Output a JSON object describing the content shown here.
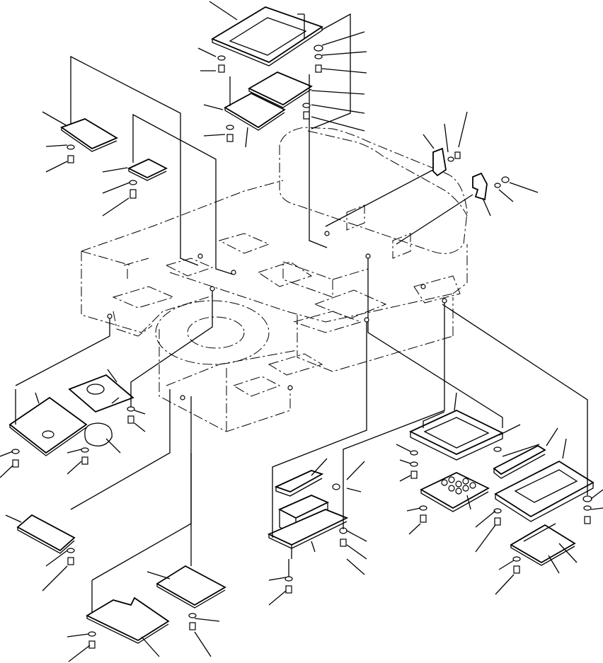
{
  "figure": {
    "type": "exploded parts diagram",
    "colors": {
      "line": "#000000",
      "background": "#ffffff"
    }
  },
  "leader_groups": [
    {
      "id": "top-cover",
      "name": "top-cover-leaders"
    },
    {
      "id": "left-upper",
      "name": "left-upper-leaders"
    },
    {
      "id": "bracket",
      "name": "bracket-leaders"
    },
    {
      "id": "left-lower",
      "name": "left-lower-leaders"
    },
    {
      "id": "bottom-left",
      "name": "bottom-left-leaders"
    },
    {
      "id": "center-lower",
      "name": "center-lower-leaders"
    },
    {
      "id": "right-lower",
      "name": "right-lower-leaders"
    }
  ]
}
